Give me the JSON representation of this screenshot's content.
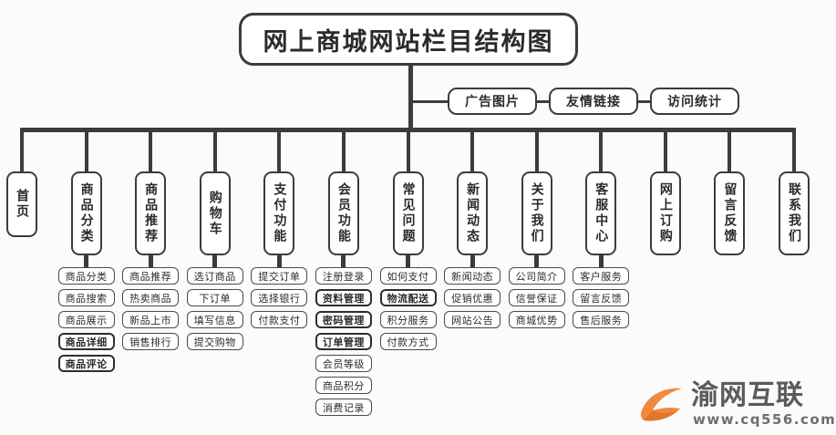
{
  "title": {
    "label": "网上商城网站栏目结构图"
  },
  "aux_nodes": [
    {
      "label": "广告图片"
    },
    {
      "label": "友情链接"
    },
    {
      "label": "访问统计"
    }
  ],
  "columns": [
    {
      "label": "首页",
      "items": []
    },
    {
      "label": "商品分类",
      "items": [
        {
          "label": "商品分类",
          "bold": false
        },
        {
          "label": "商品搜索",
          "bold": false
        },
        {
          "label": "商品展示",
          "bold": false
        },
        {
          "label": "商品详细",
          "bold": true
        },
        {
          "label": "商品评论",
          "bold": true
        }
      ]
    },
    {
      "label": "商品推荐",
      "items": [
        {
          "label": "商品推荐",
          "bold": false
        },
        {
          "label": "热卖商品",
          "bold": false
        },
        {
          "label": "新品上市",
          "bold": false
        },
        {
          "label": "销售排行",
          "bold": false
        }
      ]
    },
    {
      "label": "购物车",
      "items": [
        {
          "label": "选订商品",
          "bold": false
        },
        {
          "label": "下订单",
          "bold": false
        },
        {
          "label": "填写信息",
          "bold": false
        },
        {
          "label": "提交购物",
          "bold": false
        }
      ]
    },
    {
      "label": "支付功能",
      "items": [
        {
          "label": "提交订单",
          "bold": false
        },
        {
          "label": "选择银行",
          "bold": false
        },
        {
          "label": "付款支付",
          "bold": false
        }
      ]
    },
    {
      "label": "会员功能",
      "items": [
        {
          "label": "注册登录",
          "bold": false
        },
        {
          "label": "资料管理",
          "bold": true
        },
        {
          "label": "密码管理",
          "bold": true
        },
        {
          "label": "订单管理",
          "bold": true
        },
        {
          "label": "会员等级",
          "bold": false
        },
        {
          "label": "商品积分",
          "bold": false
        },
        {
          "label": "消费记录",
          "bold": false
        }
      ]
    },
    {
      "label": "常见问题",
      "items": [
        {
          "label": "如何支付",
          "bold": false
        },
        {
          "label": "物流配送",
          "bold": true
        },
        {
          "label": "积分服务",
          "bold": false
        },
        {
          "label": "付款方式",
          "bold": false
        }
      ]
    },
    {
      "label": "新闻动态",
      "items": [
        {
          "label": "新闻动态",
          "bold": false
        },
        {
          "label": "促销优惠",
          "bold": false
        },
        {
          "label": "网站公告",
          "bold": false
        }
      ]
    },
    {
      "label": "关于我们",
      "items": [
        {
          "label": "公司简介",
          "bold": false
        },
        {
          "label": "信誉保证",
          "bold": false
        },
        {
          "label": "商城优势",
          "bold": false
        }
      ]
    },
    {
      "label": "客服中心",
      "items": [
        {
          "label": "客户服务",
          "bold": false
        },
        {
          "label": "留言反馈",
          "bold": false
        },
        {
          "label": "售后服务",
          "bold": false
        }
      ]
    },
    {
      "label": "网上订购",
      "items": []
    },
    {
      "label": "留言反馈",
      "items": []
    },
    {
      "label": "联系我们",
      "items": []
    }
  ],
  "watermark": {
    "brand": "渝网互联",
    "url": "www.cq556.com",
    "logo_color": "#f08a3c"
  },
  "colors": {
    "line": "#3c3c3c",
    "box_border": "#3c3c3c",
    "box_fill": "#ffffff",
    "text": "#2b2b2b",
    "background": "#fbfbfb"
  }
}
